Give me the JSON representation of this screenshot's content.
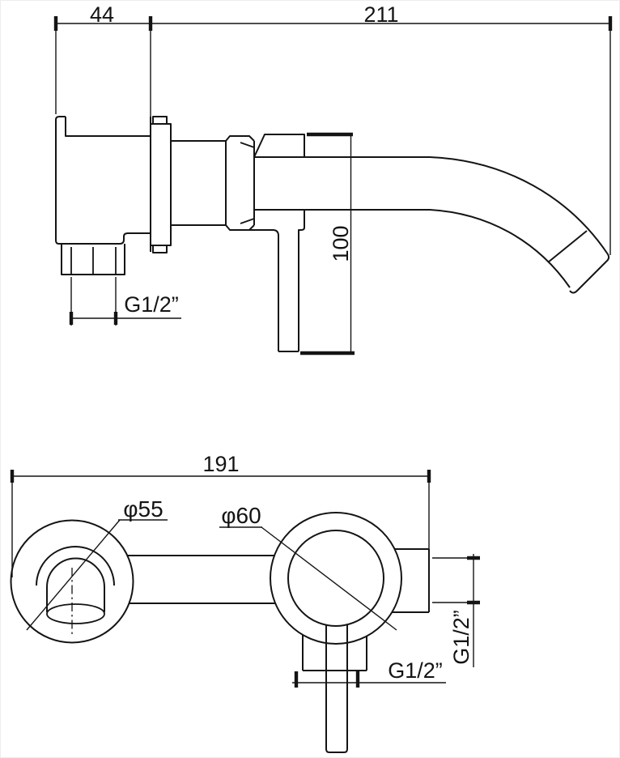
{
  "colors": {
    "ink": "#141414",
    "background": "#ffffff"
  },
  "side_view": {
    "dim_depth": "44",
    "dim_reach": "211",
    "dim_height": "100",
    "dim_outlet_thread": "G1/2”"
  },
  "front_view": {
    "dim_span": "191",
    "dim_spout_flange": "φ55",
    "dim_handle_flange": "φ60",
    "dim_side_port_thread": "G1/2”",
    "dim_bottom_port_thread": "G1/2”"
  }
}
